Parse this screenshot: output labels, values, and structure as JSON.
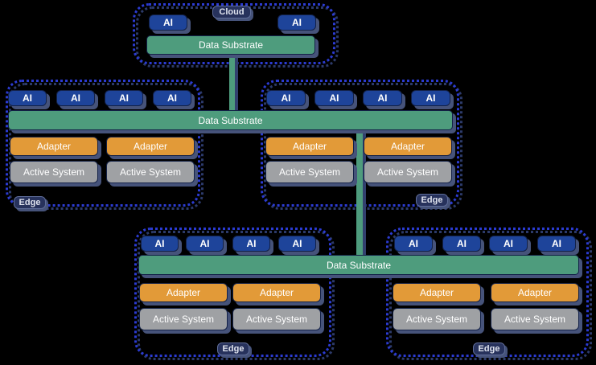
{
  "labels": {
    "ai": "AI",
    "data_substrate": "Data Substrate",
    "adapter": "Adapter",
    "active_system": "Active System",
    "cloud": "Cloud",
    "edge": "Edge"
  },
  "colors": {
    "background": "#000000",
    "ai_box": "#1e449a",
    "data_substrate": "#4e9c7d",
    "adapter": "#e29a38",
    "active_system": "#9fa1a4",
    "box_shadow": "#46537a",
    "connector_shadow": "#32406e",
    "group_dot": "#2b3bd2",
    "group_dot_shadow": "#2c3a6a",
    "badge_fill": "#27325c",
    "badge_border": "#5f6d99",
    "text": "#ffffff"
  },
  "groups": [
    {
      "label": "Cloud",
      "position": "top-center",
      "ai_boxes": 2,
      "data_substrate": true,
      "adapters": 0,
      "active_systems": 0
    },
    {
      "label": "Edge",
      "position": "middle-left",
      "ai_boxes": 4,
      "data_substrate": true,
      "adapters": 2,
      "active_systems": 2
    },
    {
      "label": "Edge",
      "position": "middle-right",
      "ai_boxes": 4,
      "data_substrate": true,
      "adapters": 2,
      "active_systems": 2
    },
    {
      "label": "Edge",
      "position": "bottom-left",
      "ai_boxes": 4,
      "data_substrate": true,
      "adapters": 2,
      "active_systems": 2
    },
    {
      "label": "Edge",
      "position": "bottom-right",
      "ai_boxes": 4,
      "data_substrate": true,
      "adapters": 2,
      "active_systems": 2
    }
  ],
  "connectors": [
    {
      "from": "cloud data substrate",
      "to": "middle data substrate"
    },
    {
      "from": "middle data substrate",
      "to": "bottom data substrate"
    }
  ]
}
